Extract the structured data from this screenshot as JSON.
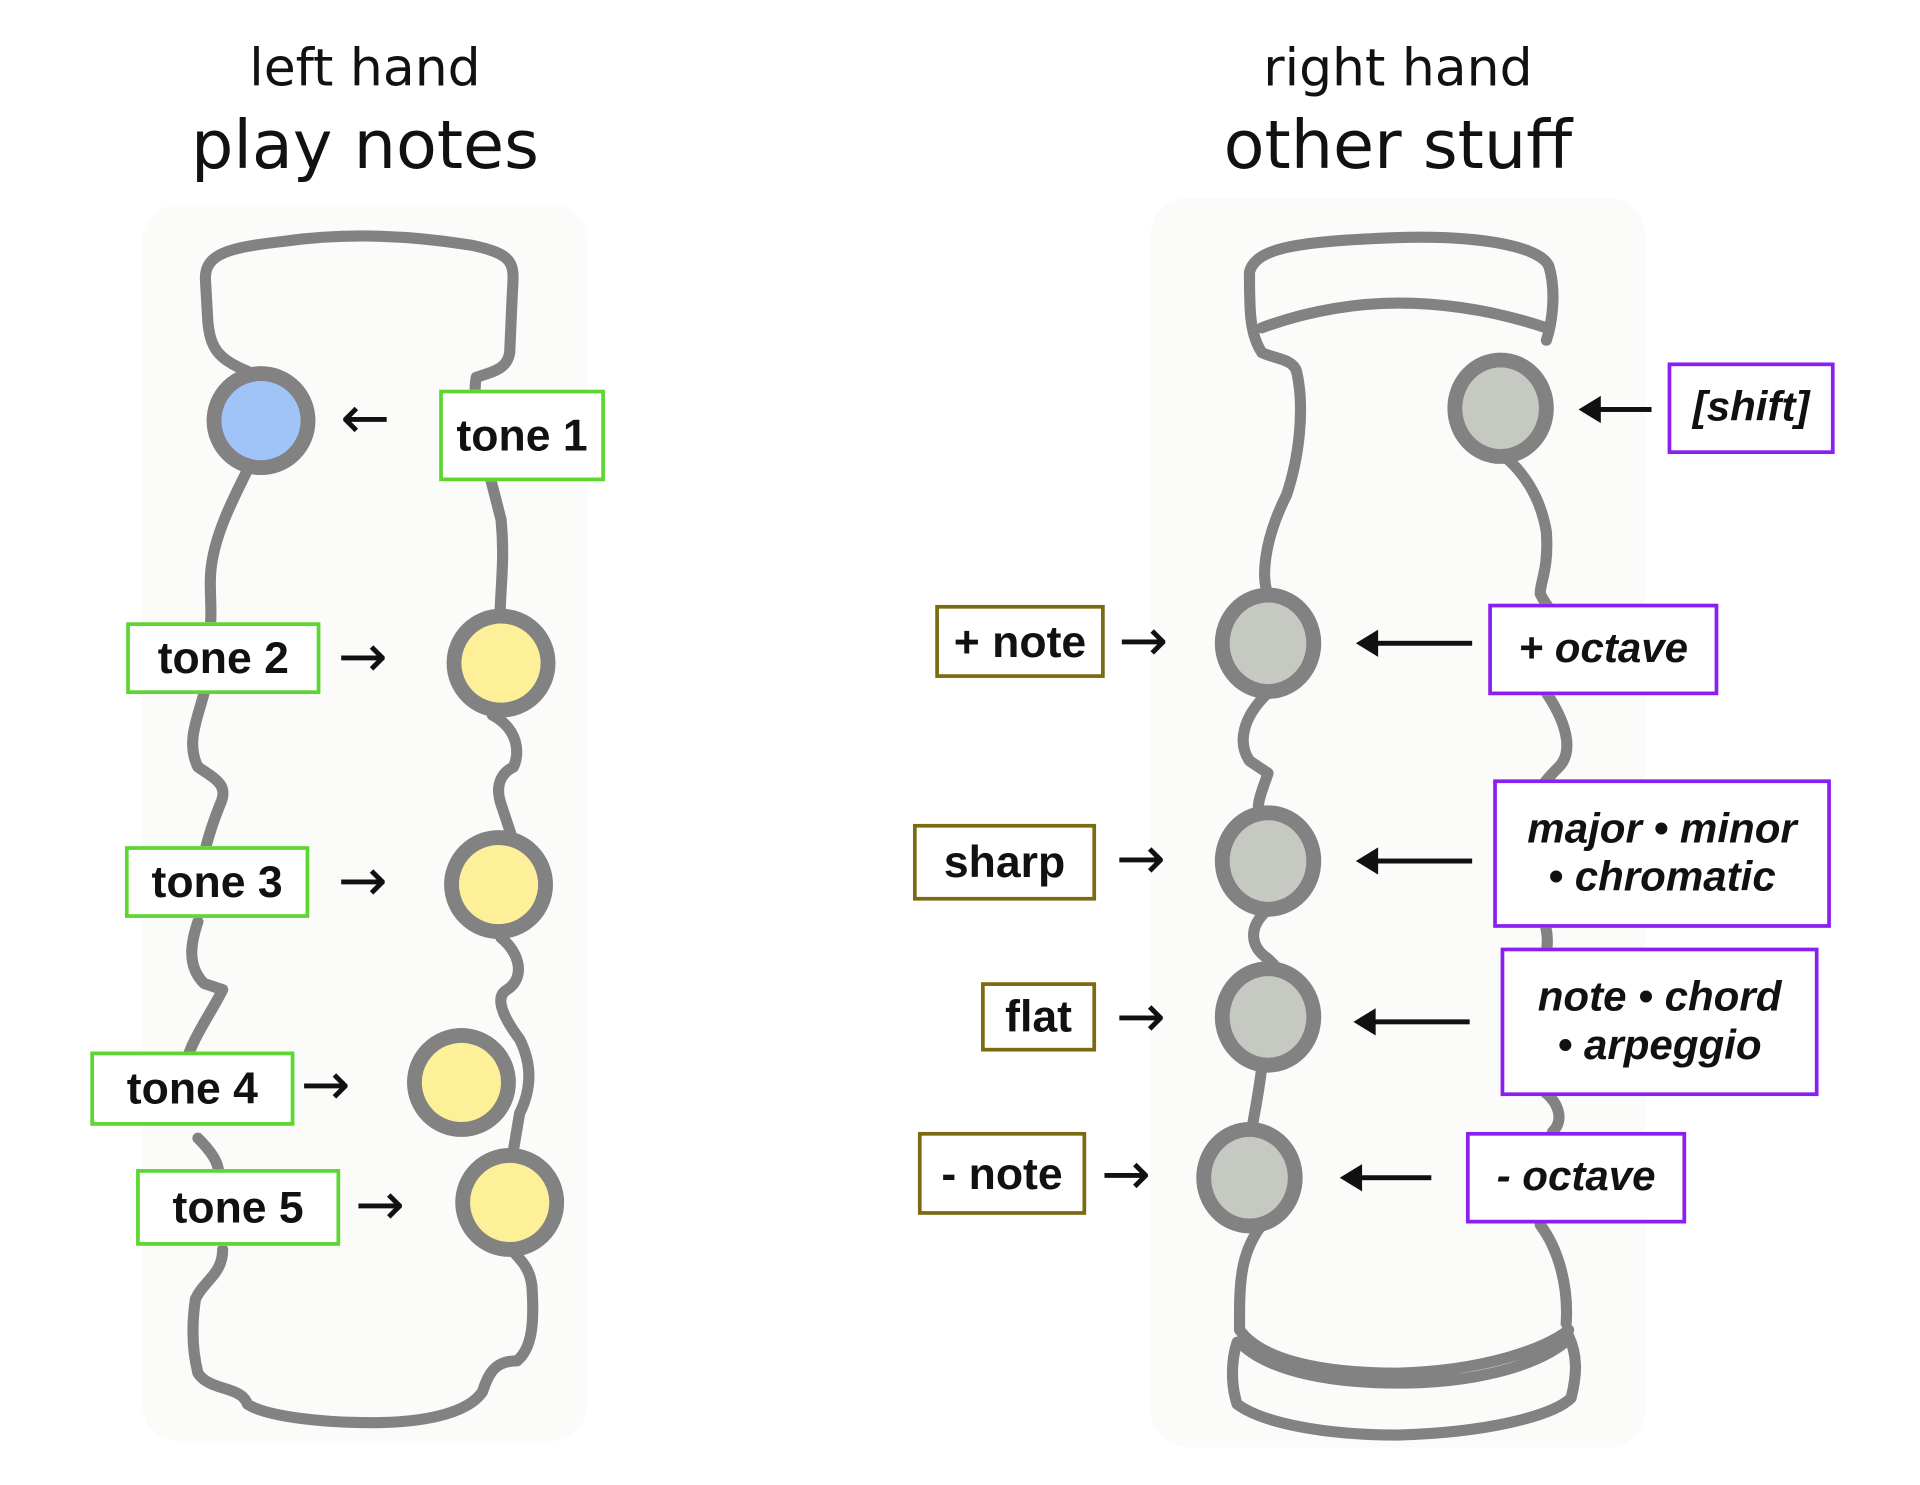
{
  "left_panel": {
    "subtitle": "left hand",
    "title": "play notes",
    "labels": [
      {
        "text": "tone 1",
        "arrow": "←",
        "button_color": "#a0c4f8"
      },
      {
        "text": "tone 2",
        "arrow": "→",
        "button_color": "#fdf098"
      },
      {
        "text": "tone 3",
        "arrow": "→",
        "button_color": "#fdf098"
      },
      {
        "text": "tone 4",
        "arrow": "→",
        "button_color": "#fdf098"
      },
      {
        "text": "tone 5",
        "arrow": "→",
        "button_color": "#fdf098"
      }
    ],
    "label_border_color": "#5cd630"
  },
  "right_panel": {
    "subtitle": "right hand",
    "title": "other stuff",
    "button_color": "#c6c8c2",
    "left_labels": [
      {
        "text": "+ note",
        "arrow": "→"
      },
      {
        "text": "sharp",
        "arrow": "→"
      },
      {
        "text": "flat",
        "arrow": "→"
      },
      {
        "text": "- note",
        "arrow": "→"
      }
    ],
    "right_labels": [
      {
        "text": "[shift]"
      },
      {
        "text": "+ octave"
      },
      {
        "text": "major • minor\n• chromatic"
      },
      {
        "text": "note • chord\n• arpeggio"
      },
      {
        "text": "- octave"
      }
    ],
    "left_label_border_color": "#7a6a10",
    "right_label_border_color": "#8a1ff0"
  },
  "outline_color": "#828282"
}
